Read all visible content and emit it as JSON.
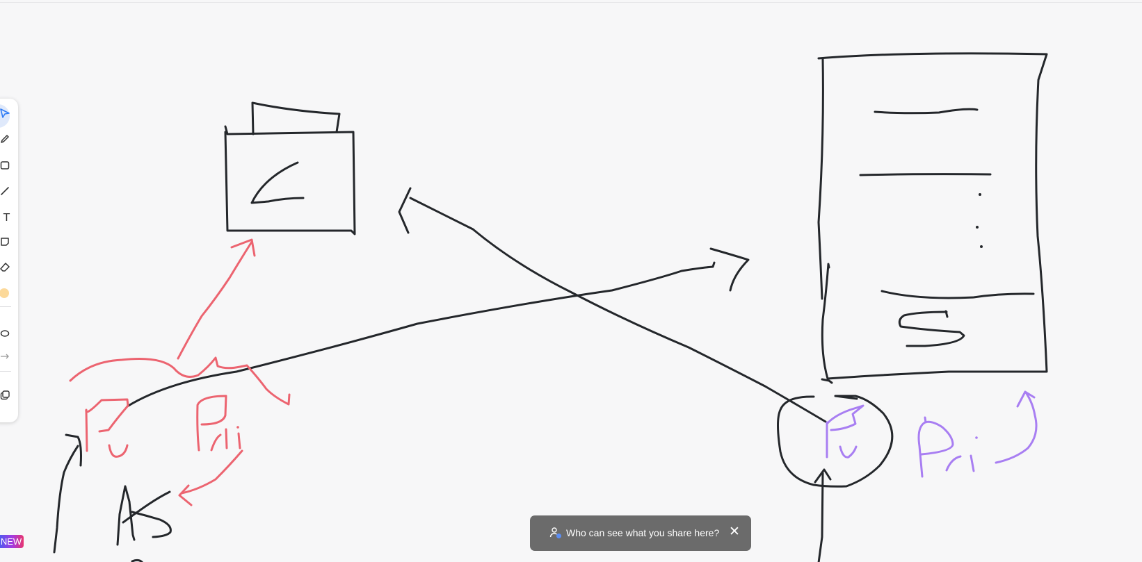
{
  "toolbar": {
    "tools": [
      {
        "name": "select-tool",
        "icon": "pointer-icon",
        "active": true
      },
      {
        "name": "pen-tool",
        "icon": "pencil-icon"
      },
      {
        "name": "shape-tool",
        "icon": "rectangle-icon"
      },
      {
        "name": "line-tool",
        "icon": "line-icon"
      },
      {
        "name": "text-tool",
        "icon": "text-icon",
        "glyph": "T"
      },
      {
        "name": "sticky-note-tool",
        "icon": "sticky-note-icon"
      },
      {
        "name": "eraser-tool",
        "icon": "eraser-icon"
      },
      {
        "name": "color-tool",
        "icon": "color-swatch-icon",
        "color": "#fcd99a"
      },
      {
        "name": "lasso-tool",
        "icon": "lasso-icon"
      },
      {
        "name": "connector-tool",
        "icon": "connector-arrow-icon"
      },
      {
        "name": "insert-tool",
        "icon": "insert-icon"
      }
    ],
    "accent": "#2f7cf6"
  },
  "badge": {
    "label": "NEW"
  },
  "toast": {
    "message": "Who can see what you share here?",
    "close": "✕",
    "icon": "people-share-icon"
  },
  "ink_colors": {
    "black": "#24272b",
    "red": "#ec6470",
    "purple": "#a87ef2"
  }
}
